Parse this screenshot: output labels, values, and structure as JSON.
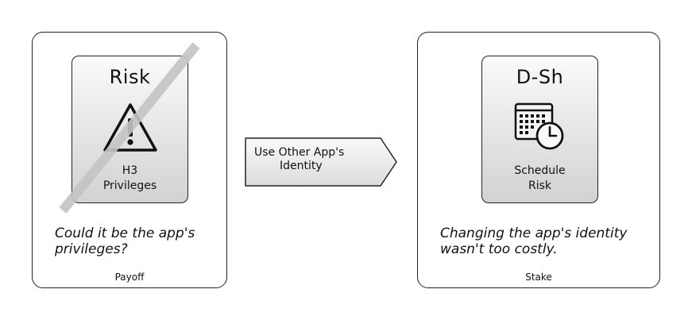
{
  "left_card": {
    "tile_title": "Risk",
    "tile_label_line1": "H3",
    "tile_label_line2": "Privileges",
    "caption_line1": "Could it be the app's",
    "caption_line2": "privileges?",
    "footer": "Payoff",
    "icon": "warning-triangle-icon",
    "crossed_out": true
  },
  "arrow": {
    "label_line1": "Use Other App's",
    "label_line2": "Identity"
  },
  "right_card": {
    "tile_title": "D-Sh",
    "tile_label_line1": "Schedule",
    "tile_label_line2": "Risk",
    "caption_line1": "Changing the app's identity",
    "caption_line2": "wasn't too costly.",
    "footer": "Stake",
    "icon": "calendar-clock-icon"
  },
  "colors": {
    "stroke": "#222222",
    "tile_gradient_top": "#fafafa",
    "tile_gradient_bottom": "#d2d2d2",
    "strike": "#c4c4c4"
  }
}
